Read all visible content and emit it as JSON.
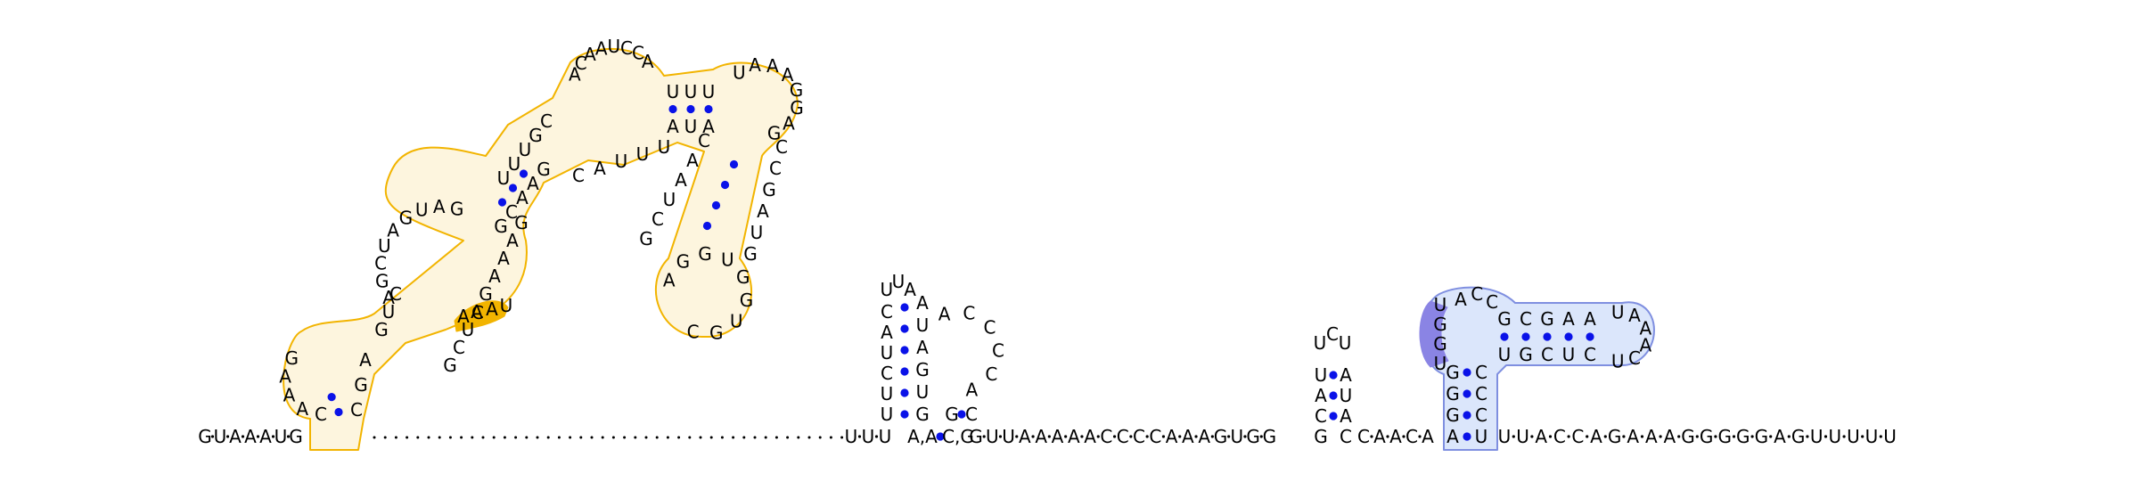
{
  "strand_5prime": [
    "G",
    "U",
    "A",
    "A",
    "A",
    "U",
    "G"
  ],
  "module_orange": {
    "outline_color": "#f2b400",
    "fill_color": "#fdf5de",
    "highlight_color": "#f2b400",
    "helix_1_5p": [
      "C",
      "A",
      "A",
      "A",
      "G"
    ],
    "helix_1_3p": [
      "C",
      "G",
      "A"
    ],
    "bulge_1": [
      "G",
      "U",
      "C"
    ],
    "loop_a": [
      "A",
      "G",
      "C",
      "U",
      "A",
      "G",
      "U",
      "A",
      "G"
    ],
    "helix_2_5p": [
      "U",
      "U",
      "U",
      "G",
      "C"
    ],
    "helix_2_3p": [
      "G",
      "A",
      "A",
      "C",
      "G"
    ],
    "loop_b": [
      "A",
      "C",
      "A",
      "A",
      "U",
      "C",
      "C",
      "A"
    ],
    "hairpin_stem_5p": [
      "U",
      "U",
      "U"
    ],
    "hairpin_stem_3p": [
      "A",
      "U",
      "A"
    ],
    "hairpin_loop": [
      "U",
      "A",
      "A",
      "A",
      "G",
      "G",
      "A",
      "G"
    ],
    "inner_loop": [
      "U",
      "U",
      "U",
      "A",
      "C"
    ],
    "branch_5p": [
      "C",
      "A",
      "A",
      "U",
      "C",
      "G"
    ],
    "branch_3p": [
      "G",
      "U",
      "A",
      "G",
      "C",
      "C"
    ],
    "branch_loop": [
      "A",
      "G",
      "G",
      "U",
      "G",
      "G",
      "U",
      "G",
      "C"
    ],
    "highlighted": [
      "A",
      "C",
      "A",
      "U"
    ],
    "lower_3p": [
      "G",
      "A",
      "A",
      "A",
      "G",
      "A",
      "U",
      "C",
      "G"
    ]
  },
  "linker_dots": 44,
  "junction_left": [
    "U",
    "U",
    "U"
  ],
  "pk_pairs_lower": [
    [
      "A",
      "A"
    ],
    [
      "C",
      "G"
    ]
  ],
  "pk_stem_5p": [
    "U",
    "U",
    "C",
    "U",
    "A",
    "C"
  ],
  "pk_stem_3p": [
    "A",
    "U",
    "A",
    "G",
    "U",
    "G"
  ],
  "pk_hairpin_loop": [
    "U",
    "U",
    "A"
  ],
  "pk_inner_loop": [
    "A",
    "C",
    "C",
    "C",
    "C",
    "A"
  ],
  "pk_pair_G_C": [
    "G",
    "C"
  ],
  "single_strand_1": [
    "G",
    "U",
    "U",
    "A",
    "A",
    "A",
    "A",
    "A",
    "C",
    "C",
    "C",
    "C",
    "A",
    "A",
    "A",
    "G",
    "U",
    "G",
    "G"
  ],
  "hairpin_2_stem_5p": [
    "G",
    "C",
    "A",
    "U"
  ],
  "hairpin_2_stem_3p": [
    "C",
    "A",
    "U",
    "A"
  ],
  "hairpin_2_loop": [
    "U",
    "C",
    "U"
  ],
  "single_strand_2": [
    "C",
    "A",
    "A",
    "C",
    "A"
  ],
  "module_blue": {
    "outline_color": "#7f8fe0",
    "fill_color": "#dbe6fb",
    "highlight_color": "#8a84e4",
    "highlighted": [
      "U",
      "G",
      "G",
      "U"
    ],
    "stem_5p": [
      "G",
      "G",
      "G",
      "A"
    ],
    "stem_3p": [
      "C",
      "C",
      "C",
      "U"
    ],
    "hairpin_5p": [
      "G",
      "C",
      "G",
      "A",
      "A"
    ],
    "hairpin_3p": [
      "U",
      "G",
      "C",
      "U",
      "C"
    ],
    "hairpin_loop": [
      "U",
      "A",
      "A",
      "A",
      "C",
      "U"
    ],
    "junction": [
      "A",
      "C",
      "C"
    ]
  },
  "strand_3prime": [
    "U",
    "U",
    "A",
    "C",
    "C",
    "A",
    "G",
    "A",
    "A",
    "A",
    "G",
    "G",
    "G",
    "G",
    "G",
    "A",
    "G",
    "U",
    "U",
    "U",
    "U",
    "U"
  ]
}
